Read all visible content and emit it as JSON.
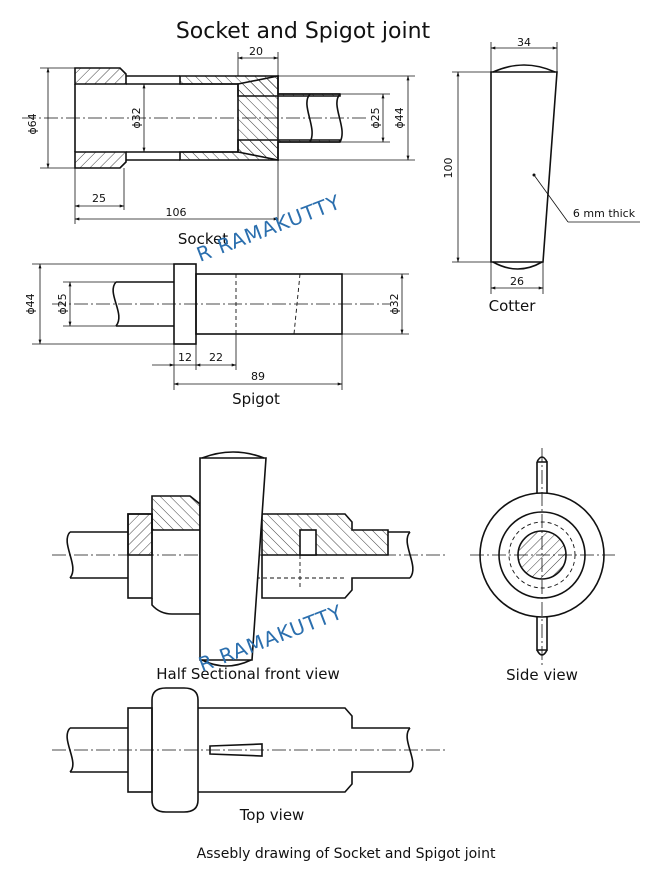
{
  "title": "Socket and Spigot joint",
  "footer_caption": "Assebly drawing of Socket and Spigot joint",
  "watermark": "R RAMAKUTTY",
  "views": {
    "socket": {
      "label": "Socket",
      "dims": {
        "d64": "ϕ64",
        "d32": "ϕ32",
        "d25": "ϕ25",
        "d44": "ϕ44",
        "w20": "20",
        "l25": "25",
        "l106": "106"
      }
    },
    "cotter": {
      "label": "Cotter",
      "dims": {
        "top": "34",
        "bottom": "26",
        "height": "100",
        "note": "6 mm thick"
      }
    },
    "spigot": {
      "label": "Spigot",
      "dims": {
        "d44": "ϕ44",
        "d25": "ϕ25",
        "d32": "ϕ32",
        "c12": "12",
        "l22": "22",
        "l89": "89"
      }
    },
    "front": {
      "label": "Half Sectional front view"
    },
    "side": {
      "label": "Side view"
    },
    "top": {
      "label": "Top view"
    }
  }
}
